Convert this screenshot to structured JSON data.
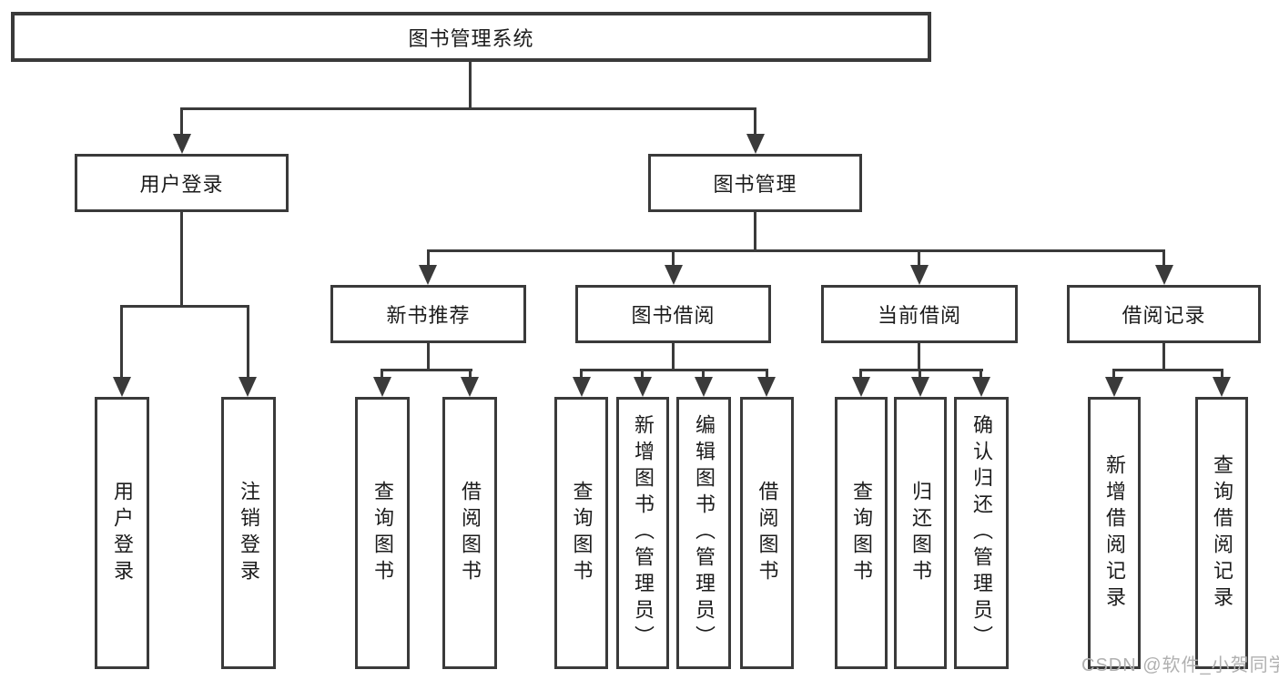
{
  "tree": {
    "label": "图书管理系统",
    "children": [
      {
        "label": "用户登录",
        "children": [
          {
            "label": "用户登录"
          },
          {
            "label": "注销登录"
          }
        ]
      },
      {
        "label": "图书管理",
        "children": [
          {
            "label": "新书推荐",
            "children": [
              {
                "label": "查询图书"
              },
              {
                "label": "借阅图书"
              }
            ]
          },
          {
            "label": "图书借阅",
            "children": [
              {
                "label": "查询图书"
              },
              {
                "label": "新增图书（管理员）"
              },
              {
                "label": "编辑图书（管理员）"
              },
              {
                "label": "借阅图书"
              }
            ]
          },
          {
            "label": "当前借阅",
            "children": [
              {
                "label": "查询图书"
              },
              {
                "label": "归还图书"
              },
              {
                "label": "确认归还（管理员）"
              }
            ]
          },
          {
            "label": "借阅记录",
            "children": [
              {
                "label": "新增借阅记录"
              },
              {
                "label": "查询借阅记录"
              }
            ]
          }
        ]
      }
    ]
  },
  "watermark": {
    "text": "CSDN @软件_小贺同学"
  },
  "colors": {
    "line": "#3a3a3a",
    "text": "#1c1c1c",
    "background": "#ffffff",
    "watermark": "#b0b0b0"
  }
}
